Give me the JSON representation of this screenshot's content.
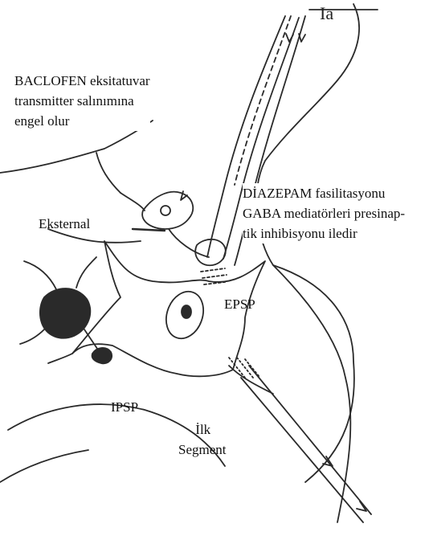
{
  "annotations": {
    "baclofen": [
      "BACLOFEN eksitatuvar",
      "transmitter salınımına",
      "engel olur"
    ],
    "diazepam": [
      "DİAZEPAM fasilitasyonu",
      "GABA mediatörleri presinap-",
      "tik inhibisyonu iledir"
    ],
    "eksternal": "Eksternal",
    "epsp": "EPSP",
    "ipsp": "IPSP",
    "ilk_segment": [
      "İlk",
      "Segment"
    ],
    "afferent_fiber": "Ia"
  },
  "colors": {
    "ink": "#2a2a2a",
    "background": "#ffffff"
  }
}
